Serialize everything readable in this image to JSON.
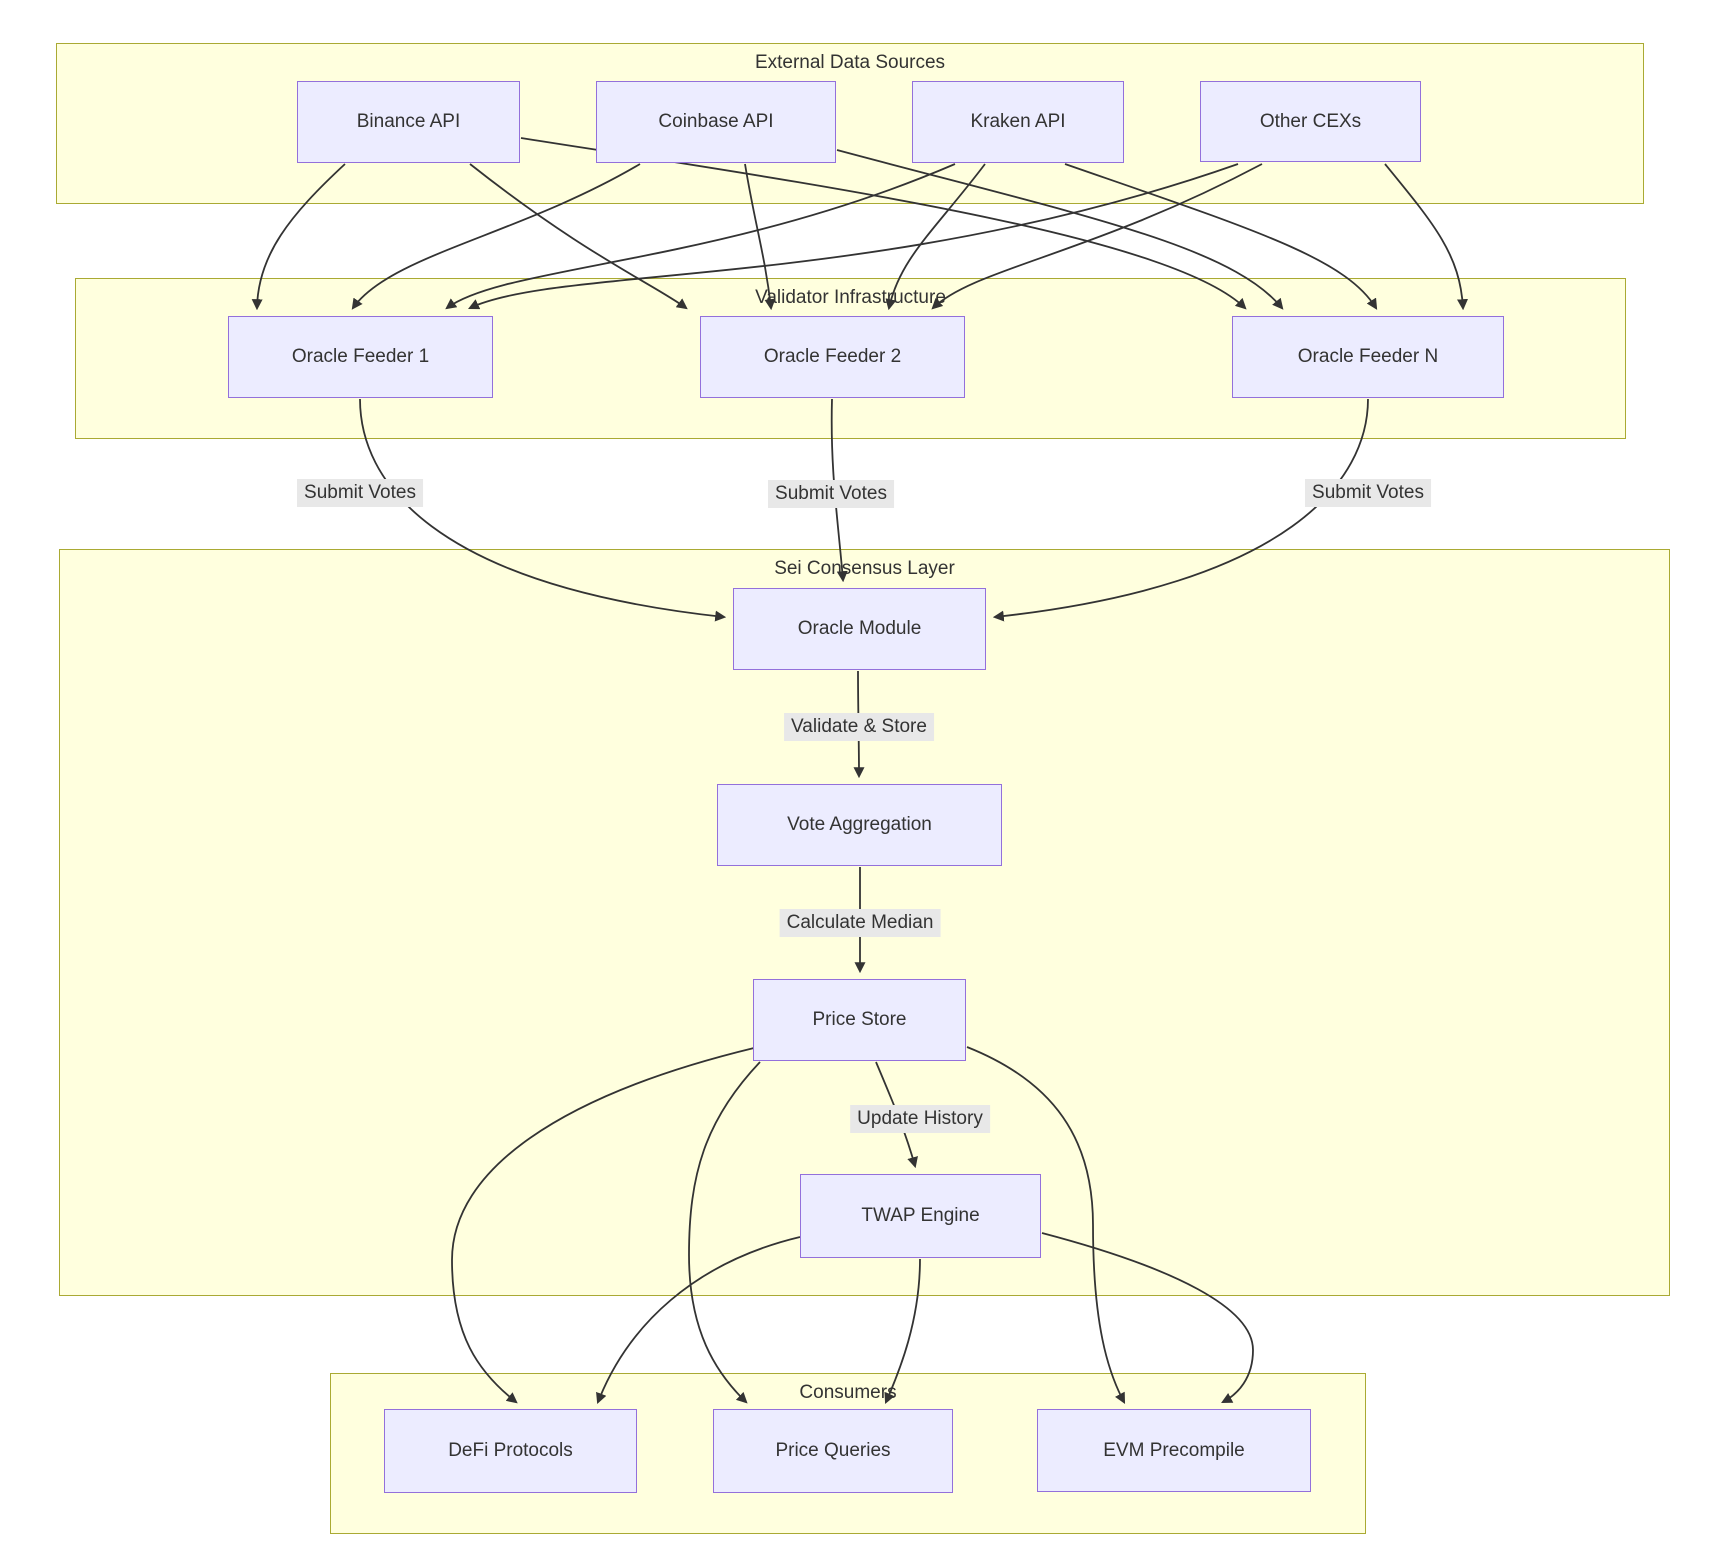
{
  "diagram": {
    "containers": [
      {
        "id": "external",
        "title": "External Data Sources"
      },
      {
        "id": "validator",
        "title": "Validator Infrastructure"
      },
      {
        "id": "consensus",
        "title": "Sei Consensus Layer"
      },
      {
        "id": "consumers",
        "title": "Consumers"
      }
    ],
    "nodes": {
      "binance": {
        "label": "Binance API"
      },
      "coinbase": {
        "label": "Coinbase API"
      },
      "kraken": {
        "label": "Kraken API"
      },
      "other_cexs": {
        "label": "Other CEXs"
      },
      "feeder1": {
        "label": "Oracle Feeder 1"
      },
      "feeder2": {
        "label": "Oracle Feeder 2"
      },
      "feederN": {
        "label": "Oracle Feeder N"
      },
      "oracle_module": {
        "label": "Oracle Module"
      },
      "vote_aggregation": {
        "label": "Vote Aggregation"
      },
      "price_store": {
        "label": "Price Store"
      },
      "twap_engine": {
        "label": "TWAP Engine"
      },
      "defi_protocols": {
        "label": "DeFi Protocols"
      },
      "price_queries": {
        "label": "Price Queries"
      },
      "evm_precompile": {
        "label": "EVM Precompile"
      }
    },
    "edge_labels": {
      "submit_votes": "Submit Votes",
      "validate_store": "Validate & Store",
      "calculate_median": "Calculate Median",
      "update_history": "Update History"
    },
    "edges": [
      {
        "from": "Binance API",
        "to": "Oracle Feeder 1"
      },
      {
        "from": "Binance API",
        "to": "Oracle Feeder 2"
      },
      {
        "from": "Binance API",
        "to": "Oracle Feeder N"
      },
      {
        "from": "Coinbase API",
        "to": "Oracle Feeder 1"
      },
      {
        "from": "Coinbase API",
        "to": "Oracle Feeder 2"
      },
      {
        "from": "Coinbase API",
        "to": "Oracle Feeder N"
      },
      {
        "from": "Kraken API",
        "to": "Oracle Feeder 1"
      },
      {
        "from": "Kraken API",
        "to": "Oracle Feeder 2"
      },
      {
        "from": "Kraken API",
        "to": "Oracle Feeder N"
      },
      {
        "from": "Other CEXs",
        "to": "Oracle Feeder 1"
      },
      {
        "from": "Other CEXs",
        "to": "Oracle Feeder 2"
      },
      {
        "from": "Other CEXs",
        "to": "Oracle Feeder N"
      },
      {
        "from": "Oracle Feeder 1",
        "to": "Oracle Module",
        "label": "Submit Votes"
      },
      {
        "from": "Oracle Feeder 2",
        "to": "Oracle Module",
        "label": "Submit Votes"
      },
      {
        "from": "Oracle Feeder N",
        "to": "Oracle Module",
        "label": "Submit Votes"
      },
      {
        "from": "Oracle Module",
        "to": "Vote Aggregation",
        "label": "Validate & Store"
      },
      {
        "from": "Vote Aggregation",
        "to": "Price Store",
        "label": "Calculate Median"
      },
      {
        "from": "Price Store",
        "to": "TWAP Engine",
        "label": "Update History"
      },
      {
        "from": "Price Store",
        "to": "DeFi Protocols"
      },
      {
        "from": "Price Store",
        "to": "Price Queries"
      },
      {
        "from": "Price Store",
        "to": "EVM Precompile"
      },
      {
        "from": "TWAP Engine",
        "to": "DeFi Protocols"
      },
      {
        "from": "TWAP Engine",
        "to": "Price Queries"
      },
      {
        "from": "TWAP Engine",
        "to": "EVM Precompile"
      }
    ],
    "colors": {
      "container_fill": "#ffffde",
      "container_border": "#aaaa33",
      "node_fill": "#ececff",
      "node_border": "#9370db",
      "edge_stroke": "#333333",
      "edge_label_bg": "#e8e8e8",
      "text": "#333333"
    }
  }
}
